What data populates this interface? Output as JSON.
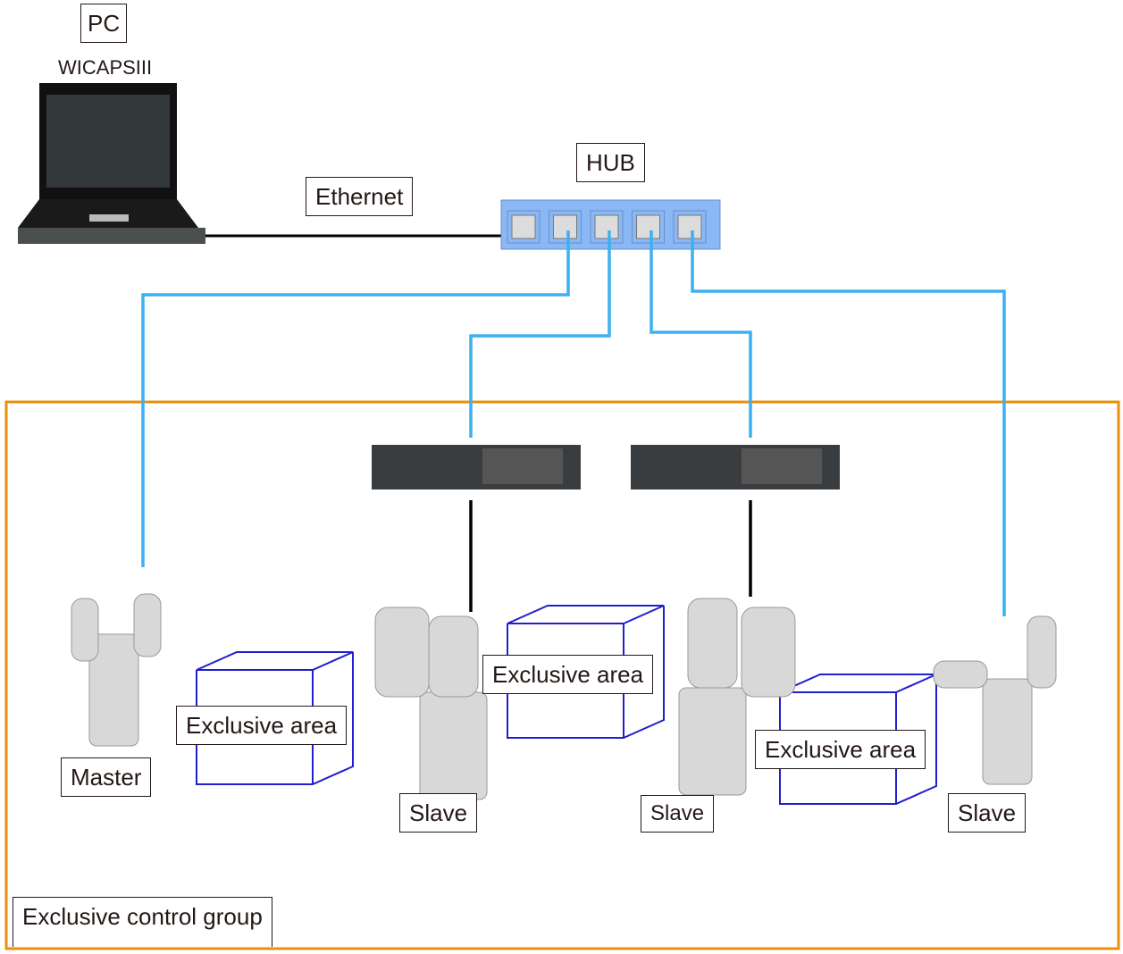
{
  "pc": {
    "label": "PC",
    "software": "WICAPSIII"
  },
  "network": {
    "ethernet_label": "Ethernet",
    "hub_label": "HUB",
    "hub_ports": 5
  },
  "robots": [
    {
      "role": "Master"
    },
    {
      "role": "Slave"
    },
    {
      "role": "Slave"
    },
    {
      "role": "Slave"
    }
  ],
  "areas": [
    "Exclusive area",
    "Exclusive area",
    "Exclusive area"
  ],
  "group": {
    "label": "Exclusive control group"
  },
  "colors": {
    "group_border": "#E8900E",
    "lan_cable": "#3CB0F0",
    "hub_fill": "#8AB8F5",
    "area_lines": "#2020CC"
  }
}
